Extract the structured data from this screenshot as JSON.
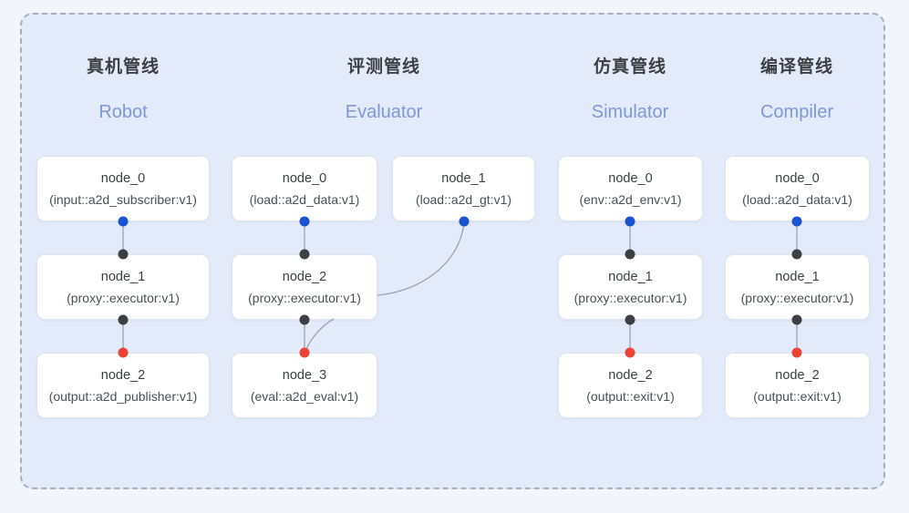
{
  "panel": {
    "background_color": "#e3eafa",
    "border_color": "#a9afbd",
    "page_background": "#f2f5fb"
  },
  "colors": {
    "output_port": "#1a53d0",
    "input_port": "#3c4043",
    "terminal_port": "#ea4335",
    "edge": "#9aa3b4",
    "header_cn": "#3c4043",
    "header_en": "#7d97d8"
  },
  "columns": [
    {
      "id": "robot",
      "title_cn": "真机管线",
      "title_en": "Robot",
      "nodes": [
        {
          "name": "node_0",
          "type": "(input::a2d_subscriber:v1)"
        },
        {
          "name": "node_1",
          "type": "(proxy::executor:v1)"
        },
        {
          "name": "node_2",
          "type": "(output::a2d_publisher:v1)"
        }
      ]
    },
    {
      "id": "evaluator",
      "title_cn": "评测管线",
      "title_en": "Evaluator",
      "nodes": [
        {
          "name": "node_0",
          "type": "(load::a2d_data:v1)"
        },
        {
          "name": "node_2",
          "type": "(proxy::executor:v1)"
        },
        {
          "name": "node_3",
          "type": "(eval::a2d_eval:v1)"
        }
      ],
      "side_nodes": [
        {
          "name": "node_1",
          "type": "(load::a2d_gt:v1)"
        }
      ]
    },
    {
      "id": "simulator",
      "title_cn": "仿真管线",
      "title_en": "Simulator",
      "nodes": [
        {
          "name": "node_0",
          "type": "(env::a2d_env:v1)"
        },
        {
          "name": "node_1",
          "type": "(proxy::executor:v1)"
        },
        {
          "name": "node_2",
          "type": "(output::exit:v1)"
        }
      ]
    },
    {
      "id": "compiler",
      "title_cn": "编译管线",
      "title_en": "Compiler",
      "nodes": [
        {
          "name": "node_0",
          "type": "(load::a2d_data:v1)"
        },
        {
          "name": "node_1",
          "type": "(proxy::executor:v1)"
        },
        {
          "name": "node_2",
          "type": "(output::exit:v1)"
        }
      ]
    }
  ]
}
